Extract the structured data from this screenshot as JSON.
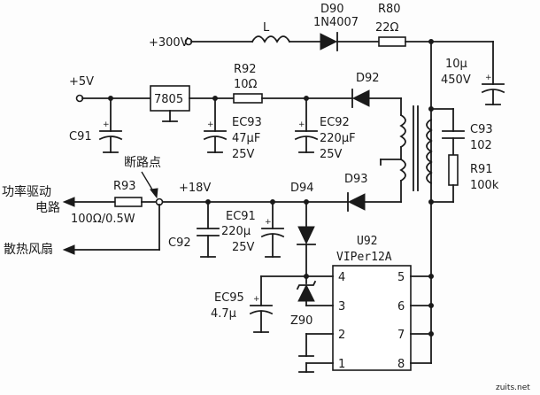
{
  "rails": {
    "v300": "+300V",
    "v5": "+5V",
    "v18": "+18V"
  },
  "components": {
    "L": "L",
    "D90": "D90",
    "D90_part": "1N4007",
    "R80": "R80",
    "R80_val": "22Ω",
    "C_top": "10μ",
    "C_top_v": "450V",
    "R92": "R92",
    "R92_val": "10Ω",
    "reg": "7805",
    "D92": "D92",
    "C91": "C91",
    "EC93": "EC93",
    "EC93_val": "47μF",
    "EC93_v": "25V",
    "EC92": "EC92",
    "EC92_val": "220μF",
    "EC92_v": "25V",
    "C93": "C93",
    "C93_val": "102",
    "R91": "R91",
    "R91_val": "100k",
    "break_point": "断路点",
    "R93": "R93",
    "R93_val": "100Ω/0.5W",
    "D94": "D94",
    "D93": "D93",
    "EC91": "EC91",
    "EC91_val": "220μ",
    "EC91_v": "25V",
    "C92": "C92",
    "U92": "U92",
    "U92_part": "VIPer12A",
    "EC95": "EC95",
    "EC95_val": "4.7μ",
    "Z90": "Z90"
  },
  "pins": [
    "4",
    "3",
    "2",
    "1",
    "5",
    "6",
    "7",
    "8"
  ],
  "outputs": {
    "power_drive_1": "功率驱动",
    "power_drive_2": "电路",
    "fan": "散热风扇"
  },
  "watermark": "zuits.net"
}
